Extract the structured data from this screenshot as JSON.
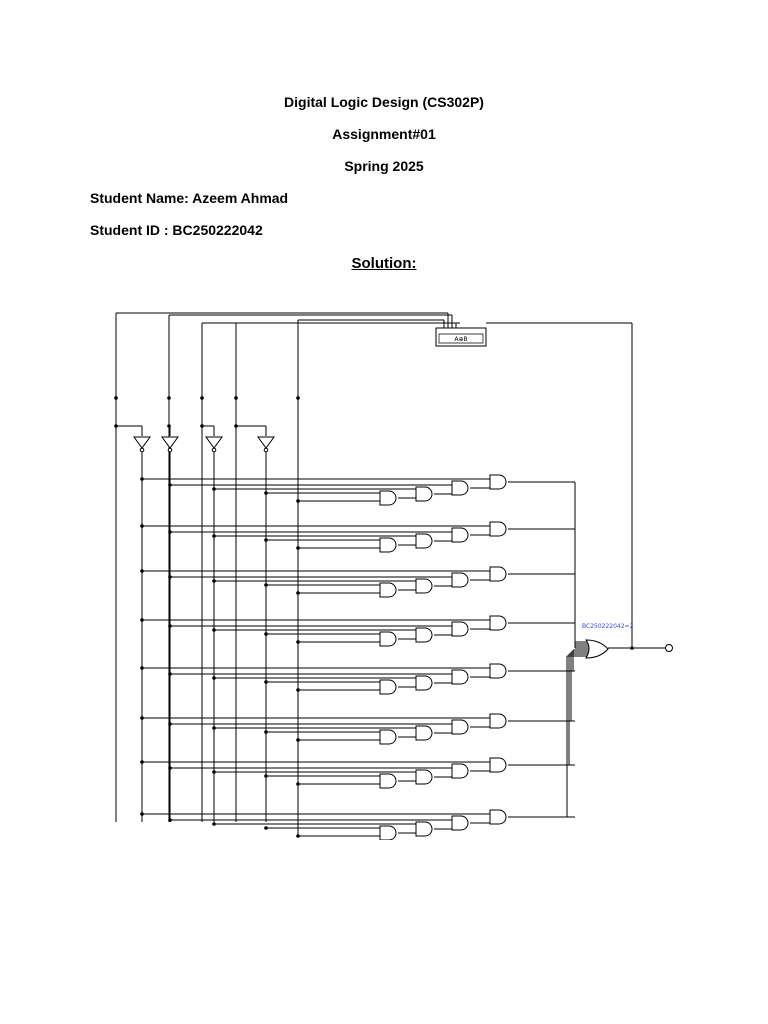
{
  "document": {
    "course_title": "Digital Logic Design (CS302P)",
    "assignment": "Assignment#01",
    "semester": "Spring 2025",
    "student_name_line": "Student Name: Azeem Ahmad",
    "student_id_line": "Student ID : BC250222042",
    "solution_heading": "Solution:"
  },
  "circuit": {
    "output_label": "BC250222042=2",
    "display_label": "A⊕B"
  }
}
